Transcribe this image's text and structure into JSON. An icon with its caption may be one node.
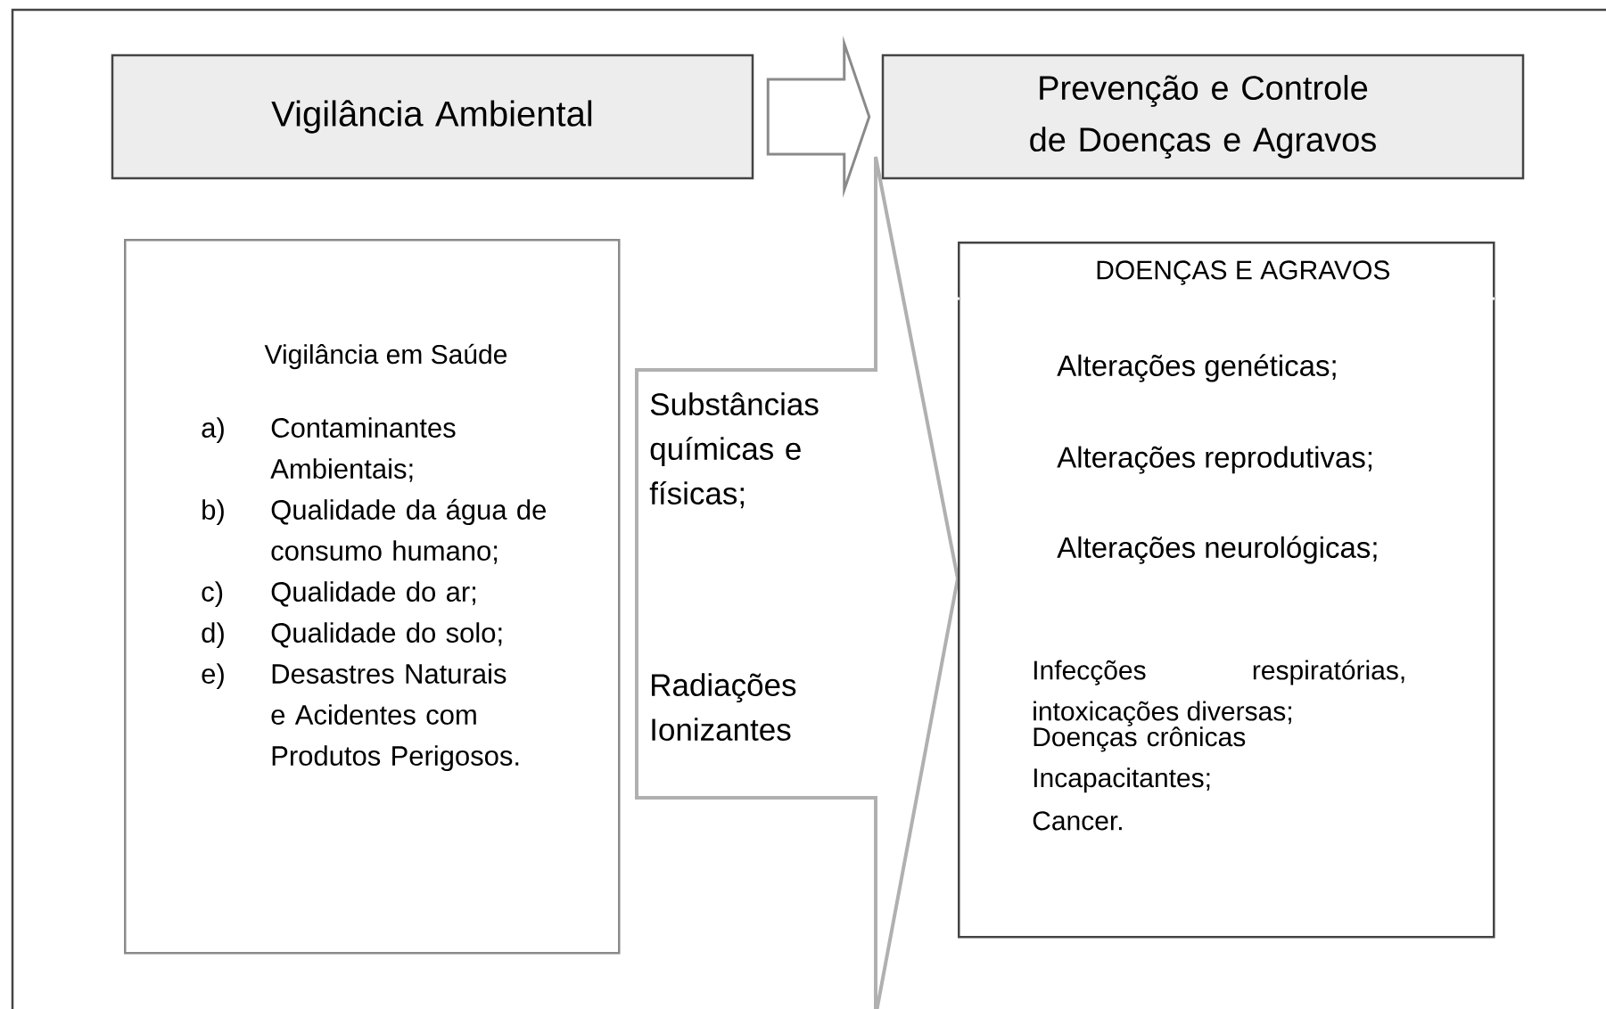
{
  "diagram": {
    "nodes": [
      {
        "text": [
          "Vigilância Ambiental"
        ]
      },
      {
        "text": [
          "Prevenção e Controle de Doenças e Agravos"
        ]
      },
      {
        "text": [
          "Vigilância em Saúde",
          "a)",
          "Contaminantes Ambientais;",
          "b)",
          "Qualidade da água de consumo humano;",
          "c)",
          "Qualidade do ar;",
          "d)",
          "Qualidade do solo;",
          "e)",
          "Desastres Naturais e Acidentes com Produtos Perigosos."
        ]
      },
      {
        "text": [
          "Substâncias químicas e físicas;",
          "Radiações Ionizantes"
        ]
      },
      {
        "text": [
          "DOENÇAS E AGRAVOS",
          "Alterações genéticas;",
          "Alterações reprodutivas;",
          "Alterações neurológicas;",
          "Infecções respiratórias, intoxicações diversas;",
          "Doenças crônicas Incapacitantes;",
          "Cancer."
        ]
      }
    ],
    "edges": [
      {
        "from": 0,
        "to": 1,
        "arrow": "to"
      }
    ]
  }
}
